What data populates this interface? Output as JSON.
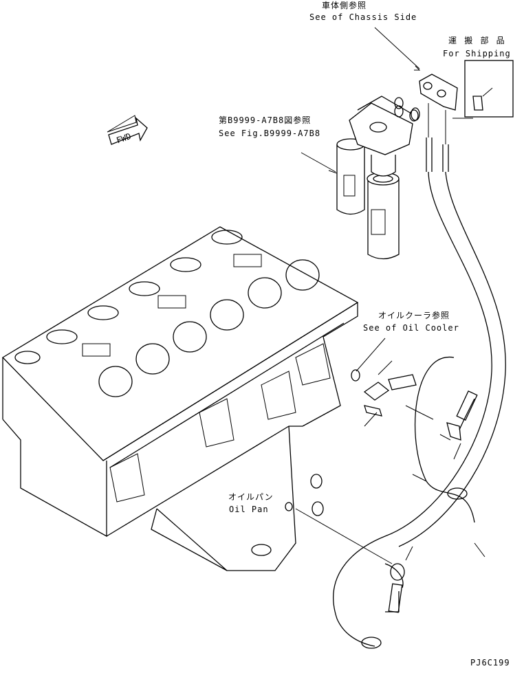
{
  "labels": {
    "chassis_jp": "車体側参照",
    "chassis_en": "See of Chassis Side",
    "shipping_jp": "運 搬 部 品",
    "shipping_en": "For Shipping",
    "fig_ref_jp": "第B9999-A7B8図参照",
    "fig_ref_en": "See Fig.B9999-A7B8",
    "oil_cooler_jp": "オイルクーラ参照",
    "oil_cooler_en": "See of Oil Cooler",
    "oil_pan_jp": "オイルパン",
    "oil_pan_en": "Oil Pan",
    "fwd": "FWD",
    "drawing_no": "PJ6C199"
  }
}
